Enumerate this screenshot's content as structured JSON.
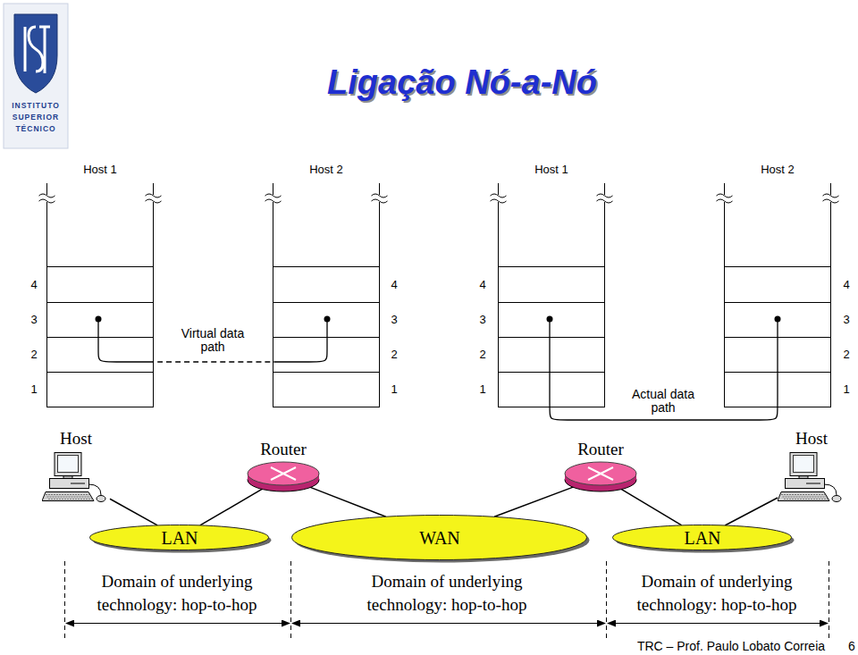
{
  "diagram": {
    "title": "Ligação Nó-a-Nó",
    "nodes": [
      {
        "text": [
          "Host 1"
        ]
      },
      {
        "text": [
          "Host 2"
        ]
      },
      {
        "text": [
          "Host 1"
        ]
      },
      {
        "text": [
          "Host 2"
        ]
      },
      {
        "text": [
          "Host"
        ]
      },
      {
        "text": [
          "Router"
        ]
      },
      {
        "text": [
          "Router"
        ]
      },
      {
        "text": [
          "Host"
        ]
      },
      {
        "text": [
          "LAN"
        ]
      },
      {
        "text": [
          "WAN"
        ]
      },
      {
        "text": [
          "LAN"
        ]
      }
    ],
    "edges": [
      {
        "from": 0,
        "to": 1,
        "label": "Virtual data path",
        "arrow": "none"
      },
      {
        "from": 2,
        "to": 3,
        "label": "Actual data path",
        "arrow": "none"
      },
      {
        "from": 4,
        "to": 8,
        "arrow": "none"
      },
      {
        "from": 8,
        "to": 5,
        "arrow": "none"
      },
      {
        "from": 5,
        "to": 9,
        "arrow": "none"
      },
      {
        "from": 9,
        "to": 6,
        "arrow": "none"
      },
      {
        "from": 6,
        "to": 10,
        "arrow": "none"
      },
      {
        "from": 10,
        "to": 7,
        "arrow": "none"
      }
    ],
    "labels": [
      "4",
      "3",
      "2",
      "1",
      "4",
      "3",
      "2",
      "1",
      "4",
      "3",
      "2",
      "1",
      "4",
      "3",
      "2",
      "1",
      "Domain of underlying technology: hop-to-hop",
      "Domain of underlying technology: hop-to-hop",
      "Domain of underlying technology: hop-to-hop",
      "INSTITUTO",
      "SUPERIOR",
      "TÉCNICO",
      "TRC – Prof. Paulo Lobato Correia",
      "6"
    ]
  }
}
